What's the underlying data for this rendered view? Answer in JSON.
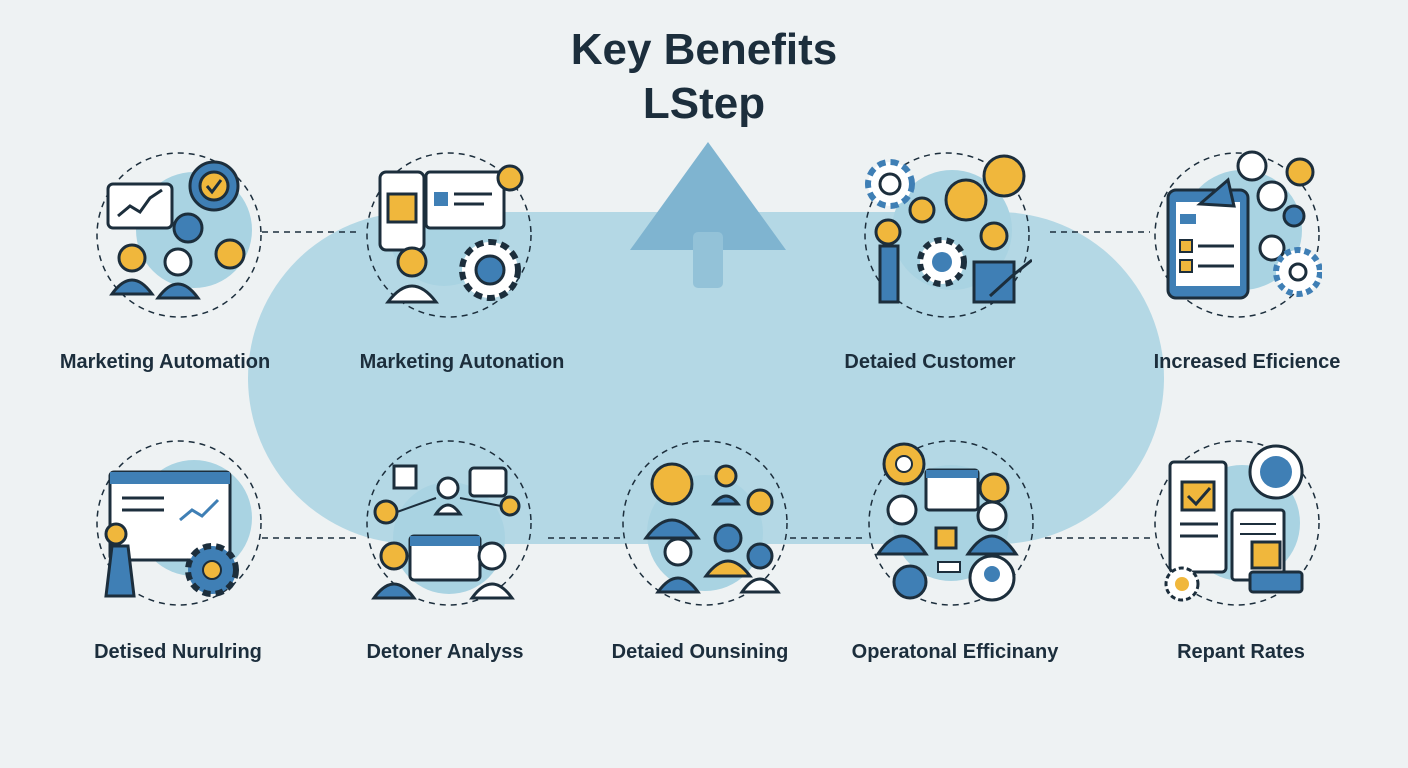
{
  "title": {
    "line1": "Key Benefits",
    "line2": "LStep"
  },
  "colors": {
    "background": "#eef2f3",
    "band": "#a9d3e2",
    "accent_blue": "#3f7fb5",
    "accent_yellow": "#f0b73c",
    "outline": "#1c2e3c"
  },
  "benefits_top": [
    {
      "label": "Marketing Automation",
      "icon": "analytics-people-icon"
    },
    {
      "label": "Marketing Autonation",
      "icon": "profile-gear-icon"
    },
    {
      "label": "Detaied Customer",
      "icon": "gears-team-icon"
    },
    {
      "label": "Increased Eficience",
      "icon": "tablet-checklist-icon"
    }
  ],
  "benefits_bottom": [
    {
      "label": "Detised Nurulring",
      "icon": "presentation-gear-icon"
    },
    {
      "label": "Detoner Analyss",
      "icon": "network-team-icon"
    },
    {
      "label": "Detaied Ounsining",
      "icon": "community-icon"
    },
    {
      "label": "Operatonal Efficinany",
      "icon": "team-data-icon"
    },
    {
      "label": "Repant Rates",
      "icon": "documents-money-icon"
    }
  ]
}
